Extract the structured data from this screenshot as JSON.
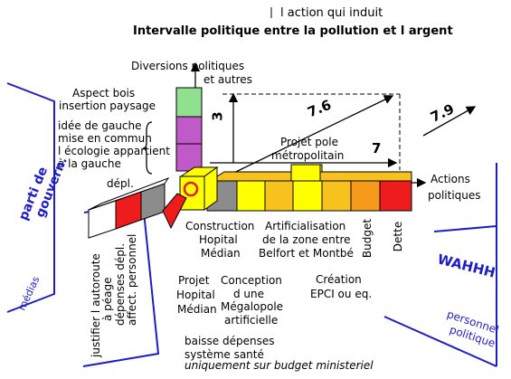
{
  "header": {
    "line1": "l action qui induit",
    "line2": "Intervalle politique entre la pollution et l argent"
  },
  "axes": {
    "vertical": {
      "label_line1": "Diversions politiques",
      "label_line2": "et autres"
    },
    "horizontal": {
      "label_line1": "Actions",
      "label_line2": "politiques"
    }
  },
  "dimensions": {
    "height_value": "3",
    "diag_value": "7.6",
    "horiz_value": "7",
    "right_value": "7.9"
  },
  "left_labels": {
    "aspect": {
      "line1": "Aspect bois",
      "line2": "insertion paysage"
    },
    "gauche": {
      "line1": "idée de gauche",
      "line2": "mise en commun",
      "line3": "l écologie appartient",
      "line4": "à la gauche"
    },
    "depl": "dépl."
  },
  "projet_pole": {
    "line1": "Projet pole",
    "line2": "métropolitain"
  },
  "bottom_labels": {
    "construction": {
      "line1": "Construction",
      "line2": "Hopital",
      "line3": "Médian"
    },
    "artificialisation": {
      "line1": "Artificialisation",
      "line2": "de la zone entre",
      "line3": "Belfort et Montbé"
    },
    "budget": "Budget",
    "dette": "Dette",
    "creation": {
      "line1": "Création",
      "line2": "EPCI ou eq."
    },
    "projet_hopital": {
      "line1": "Projet",
      "line2": "Hopital",
      "line3": "Médian"
    },
    "conception": {
      "line1": "Conception",
      "line2": "d une",
      "line3": "Mégalopole",
      "line4": "artificielle"
    },
    "baisse": {
      "line1": "baisse dépenses",
      "line2": "système santé",
      "line3": "uniquement sur budget ministeriel"
    }
  },
  "rotated": {
    "justifier": {
      "line1": "justifier l autoroute",
      "line2": "à péage"
    },
    "depenses": {
      "line1": "dépenses dépl.",
      "line2": "affect. personnel"
    }
  },
  "blue_planes": {
    "parti": {
      "line1": "parti de",
      "line2": "gouvern."
    },
    "medias": "médias",
    "wahhh": "WAHHH",
    "personnel": {
      "line1": "personnel",
      "line2": "politique"
    }
  },
  "colors": {
    "green": "#8fe08f",
    "magenta": "#c05ac8",
    "yellow": "#ffff00",
    "grey": "#8c8c8c",
    "orange_light": "#f7c21d",
    "orange": "#f59a1a",
    "orange_dark": "#f07b17",
    "red": "#ee1c1c",
    "blue_ink": "#1c1cc8"
  }
}
